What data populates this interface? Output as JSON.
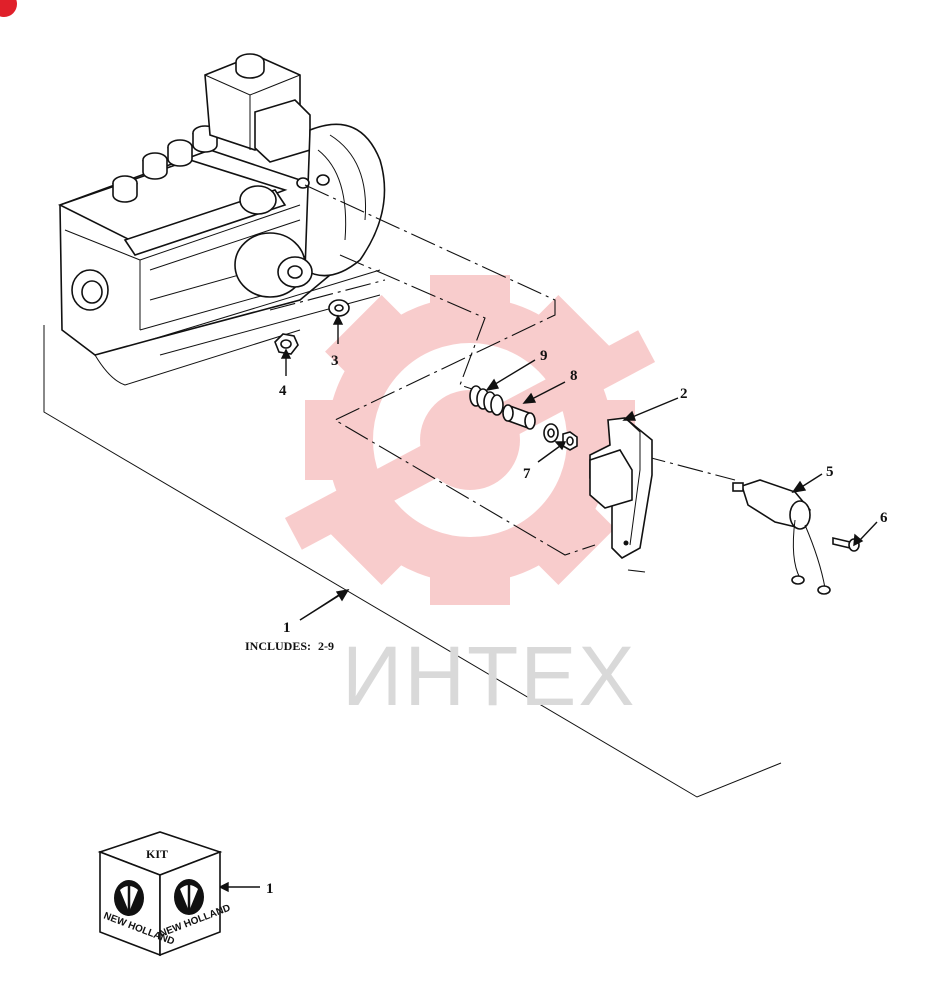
{
  "callouts": {
    "c1_main": "1",
    "c1_cube": "1",
    "c2": "2",
    "c3": "3",
    "c4": "4",
    "c5": "5",
    "c6": "6",
    "c7": "7",
    "c8": "8",
    "c9": "9"
  },
  "includes_label": "INCLUDES:",
  "includes_range": "2-9",
  "kit": {
    "label": "KIT",
    "brand_left": "NEW HOLLAND",
    "brand_right": "NEW HOLLAND"
  },
  "watermark": {
    "text": "ИНТЕХ",
    "color": "#f4a4a4"
  },
  "colors": {
    "ink": "#111111",
    "badge": "#e0202a",
    "watermark_text": "#d9d9d9"
  }
}
